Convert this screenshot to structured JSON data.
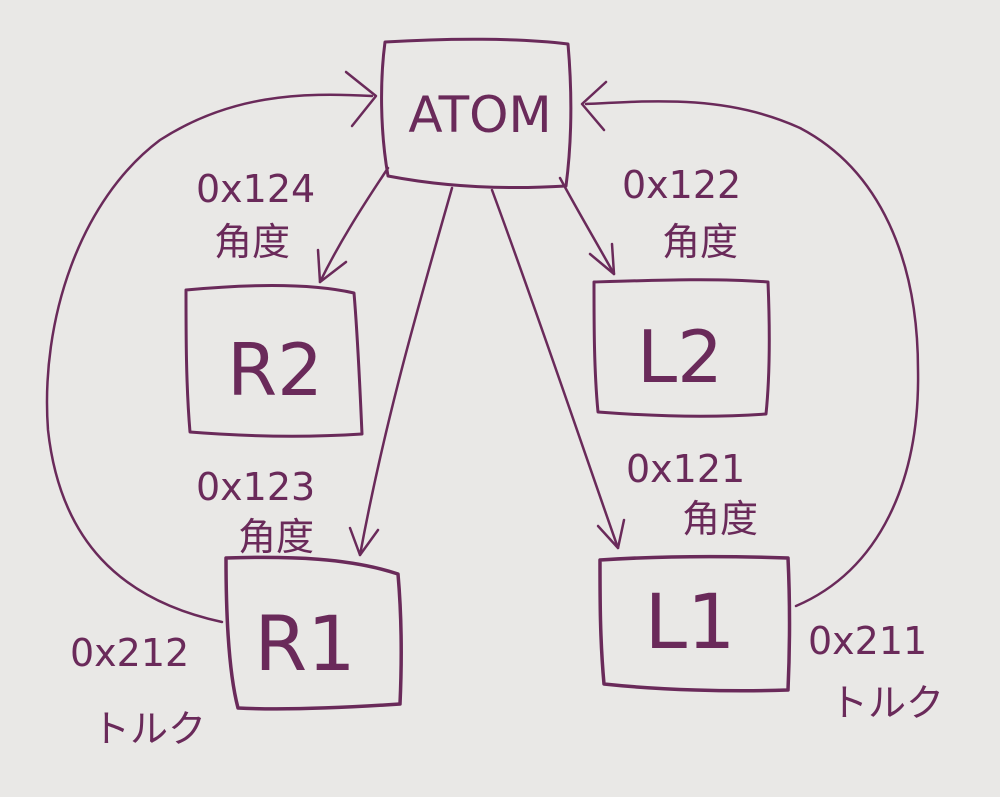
{
  "colors": {
    "ink": "#6a2a5a",
    "paper": "#e9e8e6"
  },
  "nodes": {
    "atom": "ATOM",
    "r2": "R2",
    "l2": "L2",
    "r1": "R1",
    "l1": "L1"
  },
  "edges": {
    "atom_r2": {
      "id": "0x124",
      "kind": "角度"
    },
    "atom_l2": {
      "id": "0x122",
      "kind": "角度"
    },
    "atom_r1": {
      "id": "0x123",
      "kind": "角度"
    },
    "atom_l1": {
      "id": "0x121",
      "kind": "角度"
    },
    "r1_atom": {
      "id": "0x212",
      "kind": "トルク"
    },
    "l1_atom": {
      "id": "0x211",
      "kind": "トルク"
    }
  }
}
